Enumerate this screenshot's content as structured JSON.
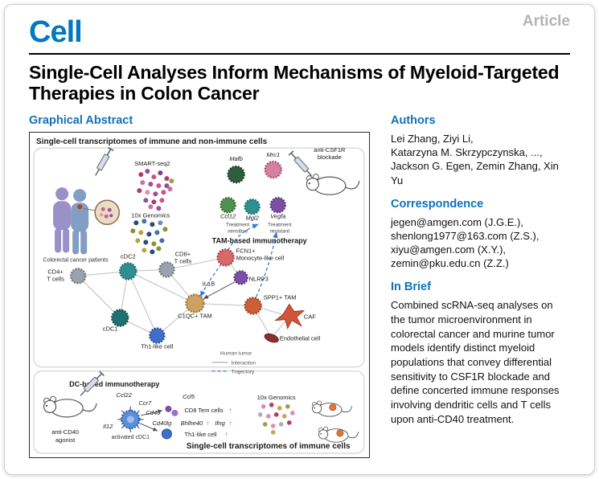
{
  "header": {
    "journal": "Cell",
    "article_type": "Article",
    "title": "Single-Cell Analyses Inform Mechanisms of Myeloid-Targeted Therapies in Colon Cancer"
  },
  "left": {
    "heading": "Graphical Abstract"
  },
  "right": {
    "authors_heading": "Authors",
    "authors_lines": [
      "Lei Zhang, Ziyi Li,",
      "Katarzyna M. Skrzypczynska, ...,",
      "Jackson G. Egen, Zemin Zhang, Xin Yu"
    ],
    "correspondence_heading": "Correspondence",
    "correspondence_lines": [
      "jegen@amgen.com (J.G.E.),",
      "shenlong1977@163.com (Z.S.),",
      "xiyu@amgen.com (X.Y.),",
      "zemin@pku.edu.cn (Z.Z.)"
    ],
    "inbrief_heading": "In Brief",
    "inbrief_text": "Combined scRNA-seq analyses on the tumor microenvironment in colorectal cancer and murine tumor models identify distinct myeloid populations that convey differential sensitivity to CSF1R blockade and define concerted immune responses involving dendritic cells and T cells upon anti-CD40 treatment."
  },
  "ga": {
    "top_banner": "Single-cell transcriptomes of immune and non-immune cells",
    "bottom_banner": "Single-cell transcriptomes of immune cells",
    "smart_seq2": "SMART-seq2",
    "tenx_top": "10x Genomics",
    "tenx_bottom": "10x Genomics",
    "patients_caption": "Colorectal cancer patients",
    "anti_csf1r_1": "anti-CSF1R",
    "anti_csf1r_2": "blockade",
    "tam_title": "TAM-based immunotherapy",
    "mafb": "Mafb",
    "mrc1": "Mrc1",
    "ccl12": "Ccl12",
    "mgl2": "Mgl2",
    "vegfa": "Vegfa",
    "treat_sens_1": "Treatment",
    "treat_sens_2": "sensitive",
    "treat_res_1": "Treatment",
    "treat_res_2": "resistant",
    "cd4_1": "CD4+",
    "cd4_2": "T cells",
    "cd8_1": "CD8+",
    "cd8_2": "T cells",
    "cdc2": "cDC2",
    "cdc1": "cDC1",
    "th1": "Th1-like cell",
    "c1qc": "C1QC+ TAM",
    "fcn1_1": "FCN1+",
    "fcn1_2": "Monocyte-like cell",
    "nlrp3": "NLRP3",
    "il1b": "IL1B",
    "spp1": "SPP1+ TAM",
    "caf": "CAF",
    "endo": "Endothelial cell",
    "legend_title": "Human tumor",
    "legend_interaction": "Interaction",
    "legend_trajectory": "Trajectory",
    "dc_title": "DC-based immunotherapy",
    "anti_cd40_1": "anti-CD40",
    "anti_cd40_2": "agonist",
    "ccl22": "Ccl22",
    "ccr7": "Ccr7",
    "cd40": "Cd40",
    "il12": "Il12",
    "activated_cdc1": "activated cDC1",
    "ccl5": "Ccl5",
    "cd8_tem": "CD8 Tem cells",
    "cd40lg": "Cd40lg",
    "bhlhe40": "Bhlhe40",
    "ifng": "Ifng",
    "th1_bottom": "Th1-like cell",
    "up_arrow": "↑"
  },
  "colors": {
    "accent_blue": "#1072ba",
    "article_gray": "#b4b4b4",
    "logo_blue": "#0079c2"
  }
}
